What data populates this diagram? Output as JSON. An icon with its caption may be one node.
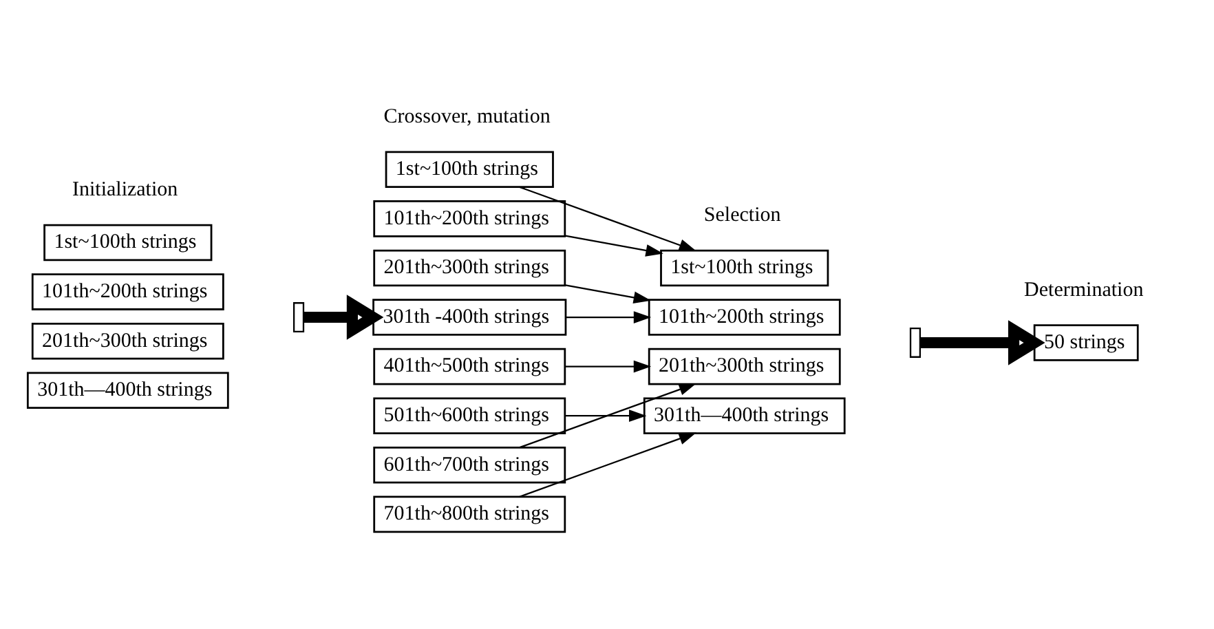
{
  "diagram": {
    "nodes": [
      {
        "text": [
          "1st~100th strings"
        ]
      },
      {
        "text": [
          "101th~200th strings"
        ]
      },
      {
        "text": [
          "201th~300th strings"
        ]
      },
      {
        "text": [
          "301th—400th strings"
        ]
      },
      {
        "text": [
          "1st~100th strings"
        ]
      },
      {
        "text": [
          "101th~200th strings"
        ]
      },
      {
        "text": [
          "201th~300th strings"
        ]
      },
      {
        "text": [
          "301th -400th strings"
        ]
      },
      {
        "text": [
          "401th~500th strings"
        ]
      },
      {
        "text": [
          "501th~600th strings"
        ]
      },
      {
        "text": [
          "601th~700th strings"
        ]
      },
      {
        "text": [
          "701th~800th strings"
        ]
      },
      {
        "text": [
          "1st~100th strings"
        ]
      },
      {
        "text": [
          "101th~200th strings"
        ]
      },
      {
        "text": [
          "201th~300th strings"
        ]
      },
      {
        "text": [
          "301th—400th strings"
        ]
      },
      {
        "text": [
          "50 strings"
        ]
      }
    ],
    "edges": [
      {
        "from": 4,
        "to": 12,
        "arrow": "to"
      },
      {
        "from": 5,
        "to": 12,
        "arrow": "to"
      },
      {
        "from": 6,
        "to": 13,
        "arrow": "to"
      },
      {
        "from": 7,
        "to": 13,
        "arrow": "to"
      },
      {
        "from": 8,
        "to": 14,
        "arrow": "to"
      },
      {
        "from": 9,
        "to": 15,
        "arrow": "to"
      },
      {
        "from": 10,
        "to": 14,
        "arrow": "to"
      },
      {
        "from": 11,
        "to": 15,
        "arrow": "to"
      },
      {
        "from": null,
        "to": 7,
        "arrow": "to",
        "style": "thick"
      },
      {
        "from": null,
        "to": 16,
        "arrow": "to",
        "style": "thick"
      }
    ],
    "labels": [
      "Initialization",
      "Crossover, mutation",
      "Selection",
      "Determination"
    ]
  }
}
